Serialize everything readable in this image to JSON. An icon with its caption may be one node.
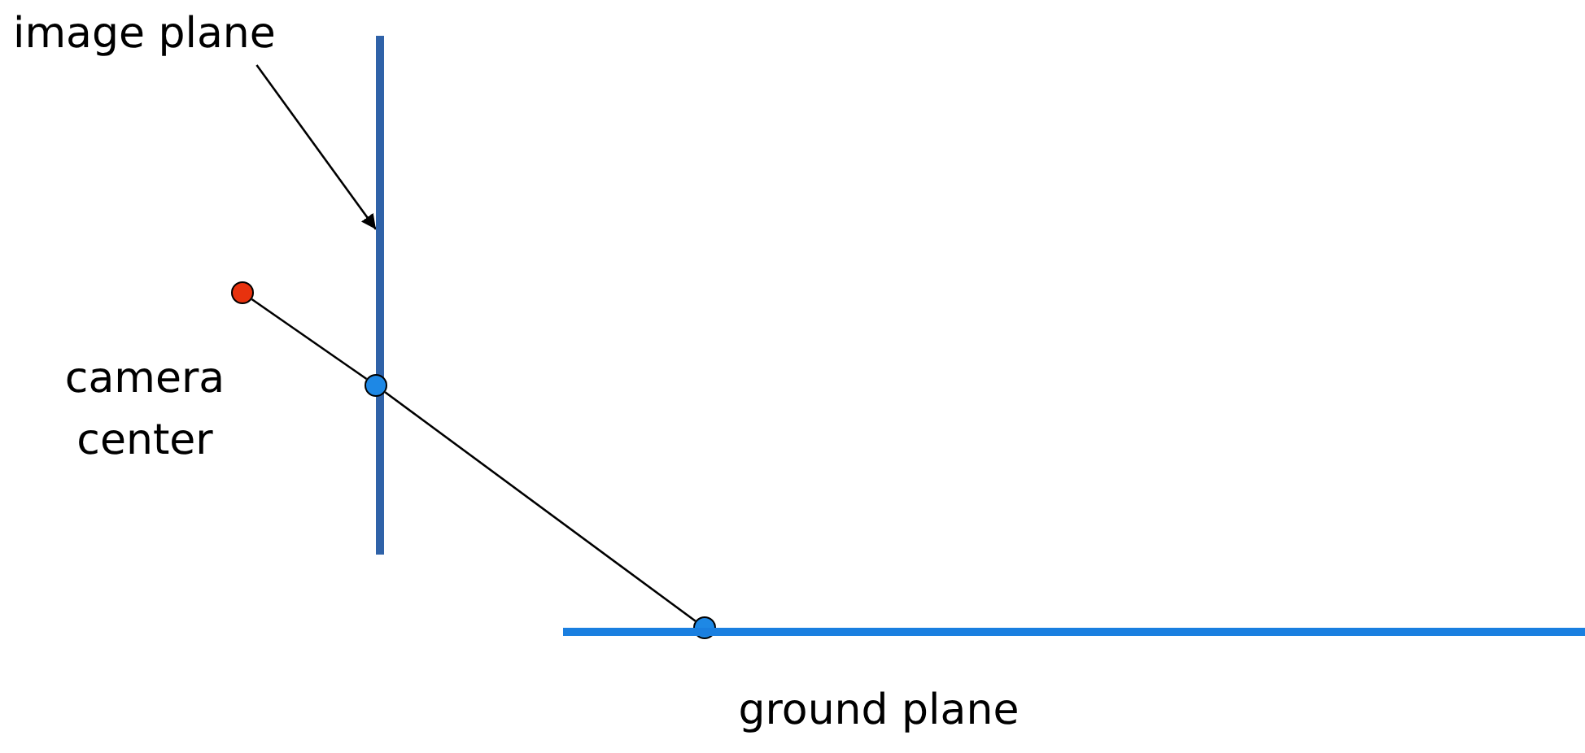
{
  "diagram": {
    "nodes": [
      {
        "text": [
          "image plane"
        ]
      },
      {
        "text": [],
        "shape": "bar"
      },
      {
        "text": [],
        "shape": "circle",
        "beside": [
          "camera center"
        ]
      },
      {
        "text": [],
        "shape": "circle"
      },
      {
        "text": [],
        "shape": "circle"
      },
      {
        "text": [],
        "shape": "bar",
        "beside": [
          "ground plane"
        ]
      }
    ],
    "edges": [
      {
        "from": 0,
        "to": 1,
        "arrow": "to"
      },
      {
        "from": 2,
        "to": 3,
        "arrow": "none"
      },
      {
        "from": 3,
        "to": 4,
        "arrow": "none"
      }
    ]
  }
}
